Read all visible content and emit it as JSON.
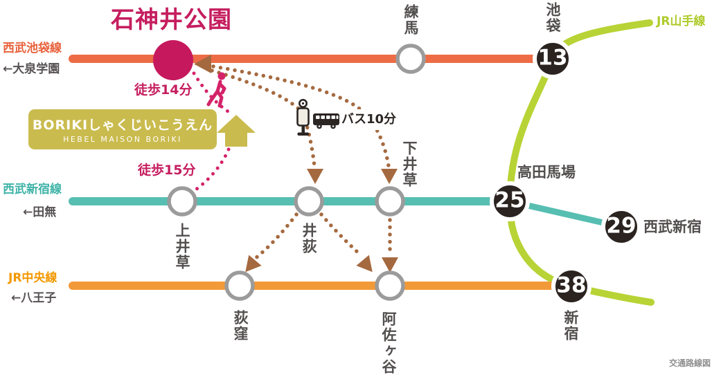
{
  "title": {
    "text": "石神井公園"
  },
  "building": {
    "name": "BORIKIしゃくじいこうえん",
    "subname": "HEBEL MAISON BORIKI",
    "box_color": "#cabb4e"
  },
  "routes": {
    "walk_to_shakujii": "徒歩14分",
    "walk_to_kamiigusa": "徒歩15分",
    "bus": "バス10分",
    "walk_color": "#d42369",
    "bus_color": "#a5693f"
  },
  "lines": {
    "seibu_ikebukuro": {
      "name": "西武池袋線",
      "direction": "←大泉学園",
      "color": "#ed6c46",
      "label_color": "#e8623d"
    },
    "seibu_shinjuku": {
      "name": "西武新宿線",
      "direction": "←田無",
      "color": "#57beb2",
      "label_color": "#3fb3a7"
    },
    "jr_chuo": {
      "name": "JR中央線",
      "direction": "←八王子",
      "color": "#f29a38",
      "label_color": "#f39800"
    },
    "jr_yamanote": {
      "name": "JR山手線",
      "color": "#b8d335",
      "label_color": "#aecb2a"
    }
  },
  "stations": {
    "shakujii_koen": {
      "name": "石神井公園",
      "marker_color": "#c6195d"
    },
    "nerima": {
      "name": "練馬"
    },
    "ikebukuro": {
      "name": "池袋",
      "number": "13"
    },
    "kamiigusa": {
      "name": "上井草"
    },
    "iogi": {
      "name": "井荻"
    },
    "shimoigusa": {
      "name": "下井草"
    },
    "takadanobaba": {
      "name": "高田馬場",
      "number": "25"
    },
    "seibu_shinjuku_station": {
      "name": "西武新宿",
      "number": "29"
    },
    "ogikubo": {
      "name": "荻窪"
    },
    "asagaya": {
      "name": "阿佐ヶ谷"
    },
    "shinjuku": {
      "name": "新宿",
      "number": "38"
    },
    "terminal_fill": "#2b2320"
  },
  "icons": {
    "walker": "walking-person",
    "bus": "bus",
    "bus_stop": "bus-stop-sign",
    "location_arrow": "up-arrow-location-pointer"
  },
  "footer": {
    "credit": "交通路線図"
  }
}
